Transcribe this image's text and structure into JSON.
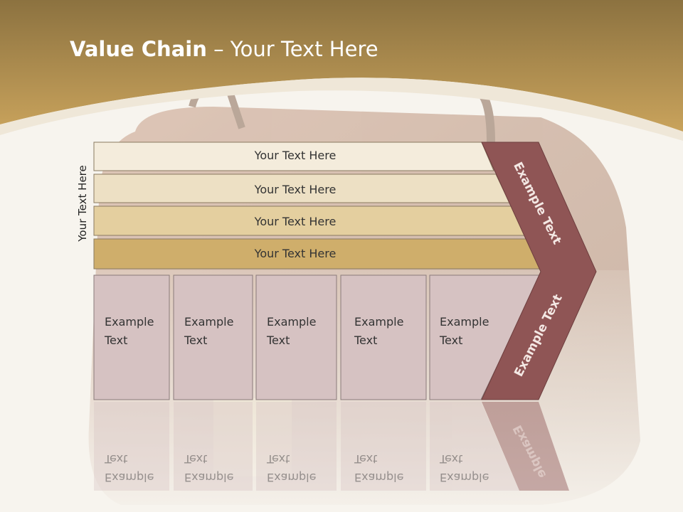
{
  "title": {
    "bold": "Value Chain",
    "rest": " – Your Text Here"
  },
  "side_label": "Your Text Here",
  "bars": [
    {
      "label": "Your Text Here"
    },
    {
      "label": "Your Text Here"
    },
    {
      "label": "Your Text Here"
    },
    {
      "label": "Your Text Here"
    }
  ],
  "cells": [
    {
      "line1": "Example",
      "line2": "Text"
    },
    {
      "line1": "Example",
      "line2": "Text"
    },
    {
      "line1": "Example",
      "line2": "Text"
    },
    {
      "line1": "Example",
      "line2": "Text"
    },
    {
      "line1": "Example",
      "line2": "Text"
    }
  ],
  "arrow": {
    "upper": "Example Text",
    "lower": "Example Text",
    "reflection": "Example"
  },
  "colors": {
    "header_gold": "#b8954a",
    "bar1": "#f4ecdc",
    "bar2": "#ede0c4",
    "bar3": "#e4cf9f",
    "bar4": "#cfae6b",
    "cell_fill": "#d6c2c2",
    "arrow": "#8f5555"
  }
}
